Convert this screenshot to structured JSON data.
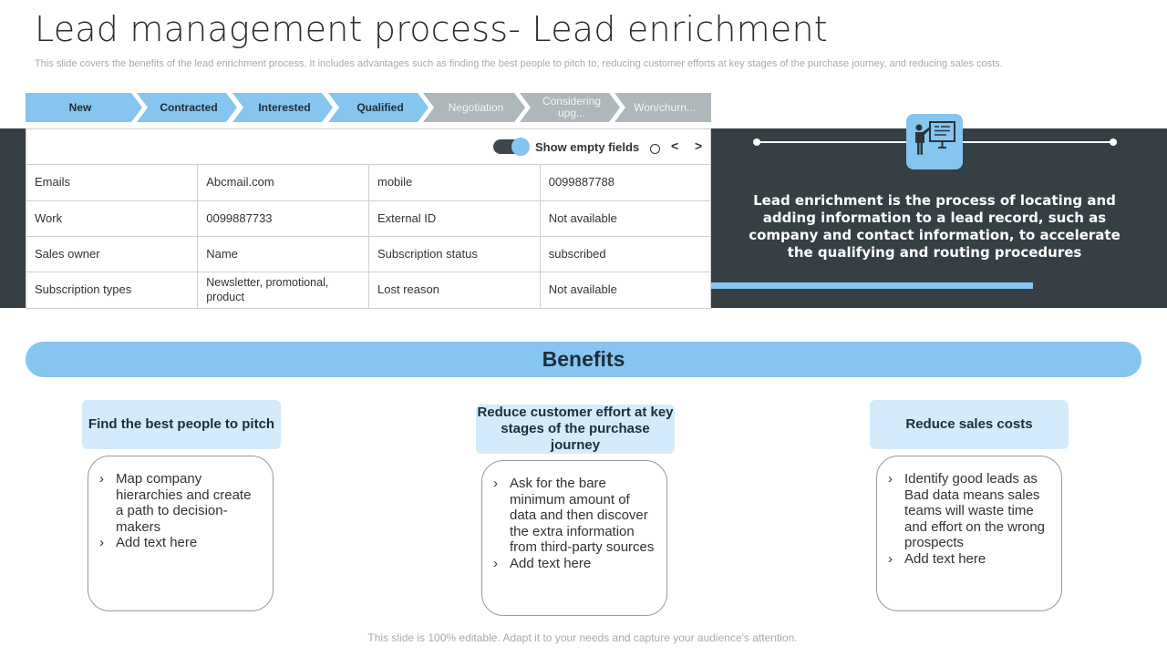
{
  "header": {
    "title": "Lead management process- Lead enrichment",
    "subtitle": "This slide covers the benefits of the lead enrichment process. It includes advantages such as finding the best people to pitch to,  reducing customer efforts at key stages of the purchase journey, and reducing sales costs."
  },
  "stages": [
    {
      "label": "New",
      "state": "active"
    },
    {
      "label": "Contracted",
      "state": "active"
    },
    {
      "label": "Interested",
      "state": "active"
    },
    {
      "label": "Qualified",
      "state": "active"
    },
    {
      "label": "Negotiation",
      "state": "inactive"
    },
    {
      "label": "Considering upg...",
      "state": "inactive"
    },
    {
      "label": "Won/churn...",
      "state": "inactive"
    }
  ],
  "panel": {
    "show_empty_label": "Show empty fields",
    "toggle_on": true,
    "prev_label": "<",
    "next_label": ">",
    "rows": [
      [
        "Emails",
        "Abcmail.com",
        "mobile",
        "0099887788"
      ],
      [
        "Work",
        "0099887733",
        "External ID",
        "Not available"
      ],
      [
        "Sales owner",
        "Name",
        "Subscription status",
        "subscribed"
      ],
      [
        "Subscription types",
        "Newsletter, promotional,  product",
        "Lost reason",
        "Not available"
      ]
    ]
  },
  "info": {
    "icon": "presenter-icon",
    "text": "Lead enrichment is the process of locating and adding information to a lead record, such as company and contact information, to accelerate the qualifying and routing procedures"
  },
  "benefits": {
    "title": "Benefits",
    "cards": [
      {
        "heading": "Find the best people to pitch",
        "bullets": [
          "Map company hierarchies and create a path to decision-makers",
          "Add text here"
        ]
      },
      {
        "heading": "Reduce customer effort at key stages of the purchase journey",
        "bullets": [
          "Ask for the bare minimum amount of data and then discover the extra information from third-party sources",
          "Add text here"
        ]
      },
      {
        "heading": "Reduce sales costs",
        "bullets": [
          "Identify good leads as Bad data means sales teams will waste time and effort on the wrong prospects",
          "Add text here"
        ]
      }
    ]
  },
  "footer": {
    "text": "This slide is 100% editable. Adapt it to your needs and capture your audience's attention."
  },
  "colors": {
    "accent": "#86c5ef",
    "dark_band": "#353f44",
    "inactive_stage": "#aeb7ba",
    "card_head": "#d3ebfa"
  }
}
